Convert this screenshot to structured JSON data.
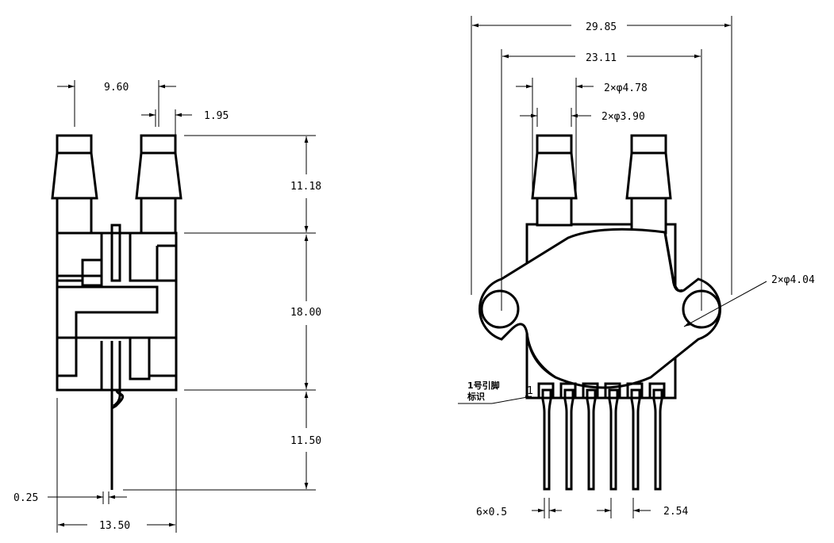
{
  "side_view": {
    "dims": {
      "port_spacing": "9.60",
      "tip_width": "1.95",
      "port_height": "11.18",
      "body_height": "18.00",
      "lead_length": "11.50",
      "lead_thickness": "0.25",
      "body_width": "13.50"
    }
  },
  "front_view": {
    "dims": {
      "overall_width": "29.85",
      "hole_spacing": "23.11",
      "port_outer_dia": "2×φ4.78",
      "port_inner_dia": "2×φ3.90",
      "mount_hole_dia": "2×φ4.04",
      "pin_width": "6×0.5",
      "pin_pitch": "2.54"
    },
    "pin1_label_line1": "1号引脚",
    "pin1_label_line2": "标识",
    "pin1_number": "1"
  }
}
